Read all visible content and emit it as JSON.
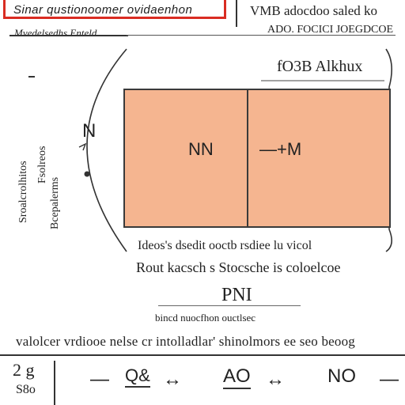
{
  "header": {
    "title_box_text": "Sinar qustionoomer ovidaenhon",
    "subtitle": "Mvedelsedhs Enteld",
    "right_line1": "VMB adocdoo saled ko",
    "right_line2": "ADO. FOCICI JOEGDCOE"
  },
  "diagram": {
    "top_label": "fO3B Alkhux",
    "left_label": "N",
    "left_vertical_1": "Sroalcrolhitos",
    "left_vertical_2": "Fsolreos",
    "left_vertical_3": "Bcepalerms",
    "panel_left_text": "NN",
    "panel_right_text": "—+M",
    "panel_left_color": "#f5b590",
    "panel_right_color": "#f5b590",
    "border_color": "#3a3a3a"
  },
  "captions": {
    "line1": "Ideos's dsedit ooctb rsdiee lu vicol",
    "line2": "Rout kacsch s Stocsche is coloelcoe",
    "line3": "PNI",
    "line4": "bincd nuocfhon ouctlsec",
    "long": "valolcer vrdiooe nelse cr intolladlar' shinolmors ee seo beoog"
  },
  "bottom": {
    "left_top": "2 g",
    "left_bottom": "S8o",
    "eq_items": [
      "—",
      "Q&",
      "↔",
      "AO",
      "↔",
      "NO",
      "—"
    ]
  }
}
